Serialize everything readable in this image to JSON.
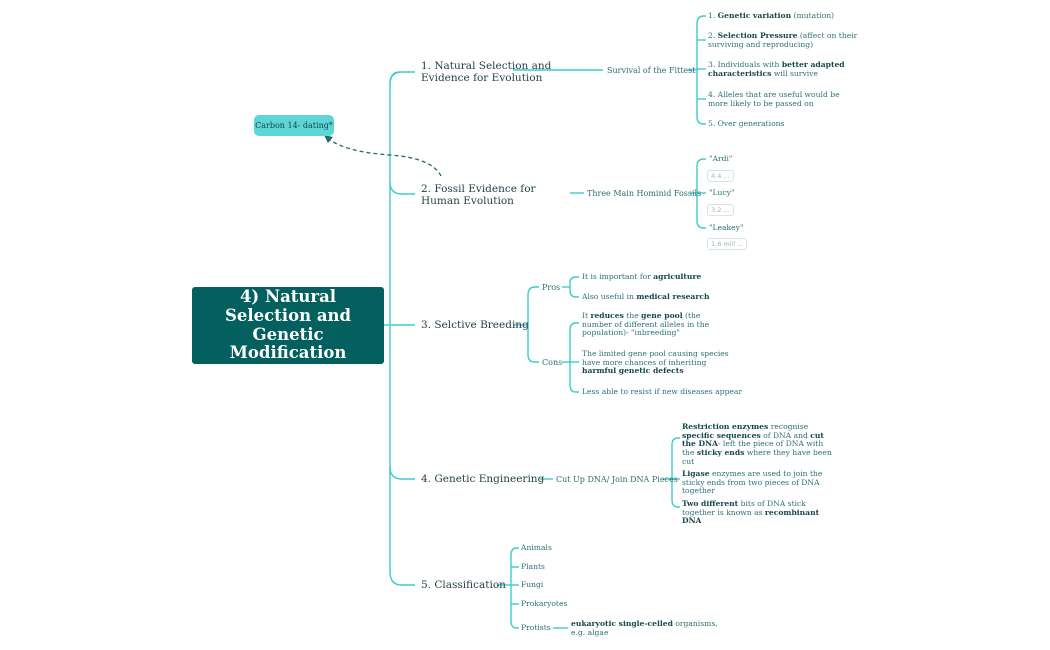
{
  "central": {
    "title": "4) Natural Selection and Genetic Modification"
  },
  "floating": {
    "label": "Carbon 14- dating*"
  },
  "branch1": {
    "title": "1. Natural Selection and Evidence for Evolution",
    "sub": "Survival of the Fittest",
    "items": [
      {
        "b": "Genetic variation",
        "pre": "1. ",
        "post": " (mutation)"
      },
      {
        "b": "Selection Pressure",
        "pre": "2. ",
        "post": " (affect on their surviving and reproducing)"
      },
      {
        "b": "better adapted characteristics",
        "pre": "3.  Individuals with ",
        "post": " will survive"
      },
      {
        "text": "4. Alleles that are useful would be more likely to be passed on"
      },
      {
        "text": "5. Over generations"
      }
    ]
  },
  "branch2": {
    "title": "2. Fossil Evidence for Human Evolution",
    "sub": "Three Main Hominid Fossils",
    "items": [
      {
        "name": "\"Ardi\"",
        "note": "4.4 ..."
      },
      {
        "name": "\"Lucy\"",
        "note": "3.2 ..."
      },
      {
        "name": "\"Leakey\"",
        "note": "1.6 mill ..."
      }
    ]
  },
  "branch3": {
    "title": "3. Selctive Breeding",
    "pros": {
      "label": "Pros",
      "items": [
        {
          "pre": "It is important for ",
          "b": "agriculture",
          "post": ""
        },
        {
          "pre": "Also useful in ",
          "b": "medical research",
          "post": ""
        }
      ]
    },
    "cons": {
      "label": "Cons",
      "items": [
        {
          "p1": "It ",
          "b1": "reduces",
          "p2": " the ",
          "b2": "gene pool",
          "p3": " (the number of different alleles in the population)- \"inbreeding\""
        },
        {
          "pre": "The limited gene pool causing species have more chances of inheriting ",
          "b": "harmful genetic defects",
          "post": ""
        },
        {
          "text": "Less able to resist if new diseases appear"
        }
      ]
    }
  },
  "branch4": {
    "title": "4. Genetic Engineering",
    "sub": "Cut Up DNA/ Join DNA Pieces",
    "items": [
      {
        "b1": "Restriction enzymes",
        "p1": " recognise ",
        "b2": "specific sequences",
        "p2": " of DNA and ",
        "b3": "cut the DNA",
        "p3": "- left the piece of DNA with the ",
        "b4": "sticky ends",
        "p4": " where they have been cut"
      },
      {
        "b1": "Ligase",
        "p1": " enzymes are used to join the sticky ends from two pieces of DNA together"
      },
      {
        "b1": "Two different",
        "p1": " bits of DNA stick together is known as ",
        "b2": "recombinant DNA",
        "p2": ""
      }
    ]
  },
  "branch5": {
    "title": "5. Classification",
    "items": [
      "Animals",
      "Plants",
      "Fungi",
      "Prokaryotes",
      "Protists"
    ],
    "protists_note": {
      "b": "eukaryotic single-celled",
      "post": " organisms, e.g. algae"
    }
  },
  "colors": {
    "line": "#3ccccc",
    "central_bg": "#03605e",
    "float_bg": "#5fd6d6",
    "text": "#1b4a4f"
  }
}
